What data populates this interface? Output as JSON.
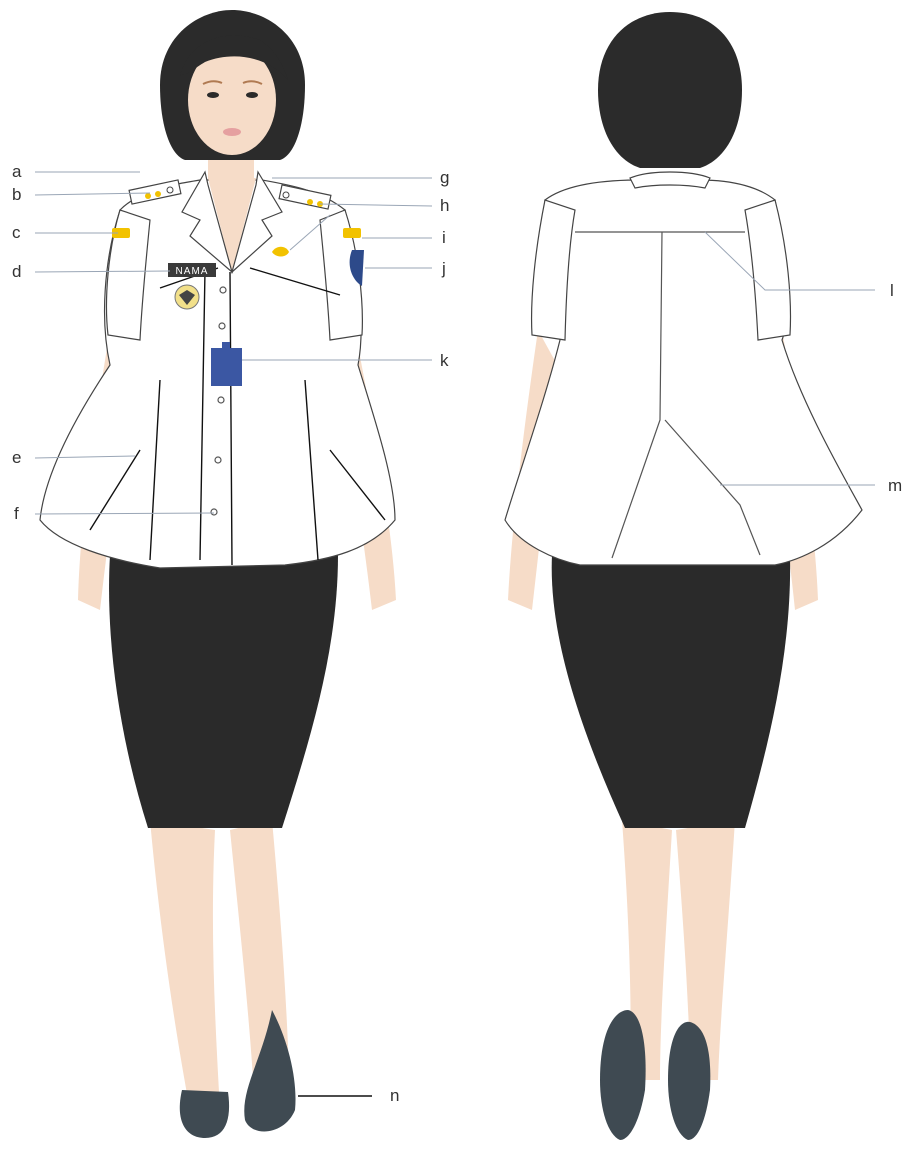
{
  "figure": {
    "name_tag_text": "NAMA",
    "labels": {
      "a": "a",
      "b": "b",
      "c": "c",
      "d": "d",
      "e": "e",
      "f": "f",
      "g": "g",
      "h": "h",
      "i": "i",
      "j": "j",
      "k": "k",
      "l": "l",
      "m": "m",
      "n": "n"
    }
  },
  "colors": {
    "skin": "#f6dcc8",
    "hair": "#2b2b2b",
    "shirt": "#ffffff",
    "skirt": "#2a2a2a",
    "shoe": "#3f4a52",
    "epaulette_gold": "#f2c200",
    "id_card": "#3b57a3",
    "sleeve_badge": "#2d4a8a"
  }
}
